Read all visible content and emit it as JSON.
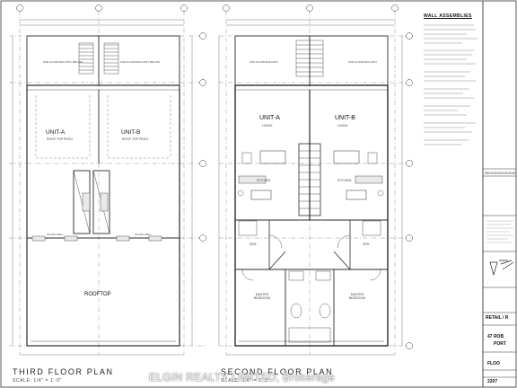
{
  "plans": {
    "third": {
      "title": "THIRD FLOOR PLAN",
      "scale": "SCALE: 1/4\" = 1'-0\"",
      "unit_a": "UNIT-A",
      "unit_b": "UNIT-B",
      "roof_patio": "ROOF TOP PATIO",
      "balcony_a": "2ND FLOOR BALCONY BELOW",
      "balcony_b": "2ND FLOOR BALCONY BELOW",
      "glass_wall": "GLASS WALL",
      "rooftop": "ROOFTOP"
    },
    "second": {
      "title": "SECOND FLOOR PLAN",
      "scale": "SCALE: 1/4\" = 1'-0\"",
      "unit_a": "UNIT-A",
      "unit_b": "UNIT-B",
      "living": "LIVING",
      "kitchen": "KITCHEN",
      "den": "DEN",
      "master_bedroom": "MASTER BEDROOM",
      "balcony": "2ND FLOOR BALCONY"
    }
  },
  "wall_assemblies": {
    "title": "WALL ASSEMBLIES"
  },
  "title_block": {
    "project": "RETAIL / R",
    "address_1": "47 ROB",
    "address_2": "PORT",
    "drawing": "FLOO",
    "project_no": "2207",
    "revisions_label": "REVISIONS/ISSUE"
  },
  "watermark": "ELGIN REALTY LIMITED, Brokerage",
  "colors": {
    "line": "#2b2b2b",
    "fill_light": "#e9e9e9",
    "wall": "#1a1a1a"
  }
}
